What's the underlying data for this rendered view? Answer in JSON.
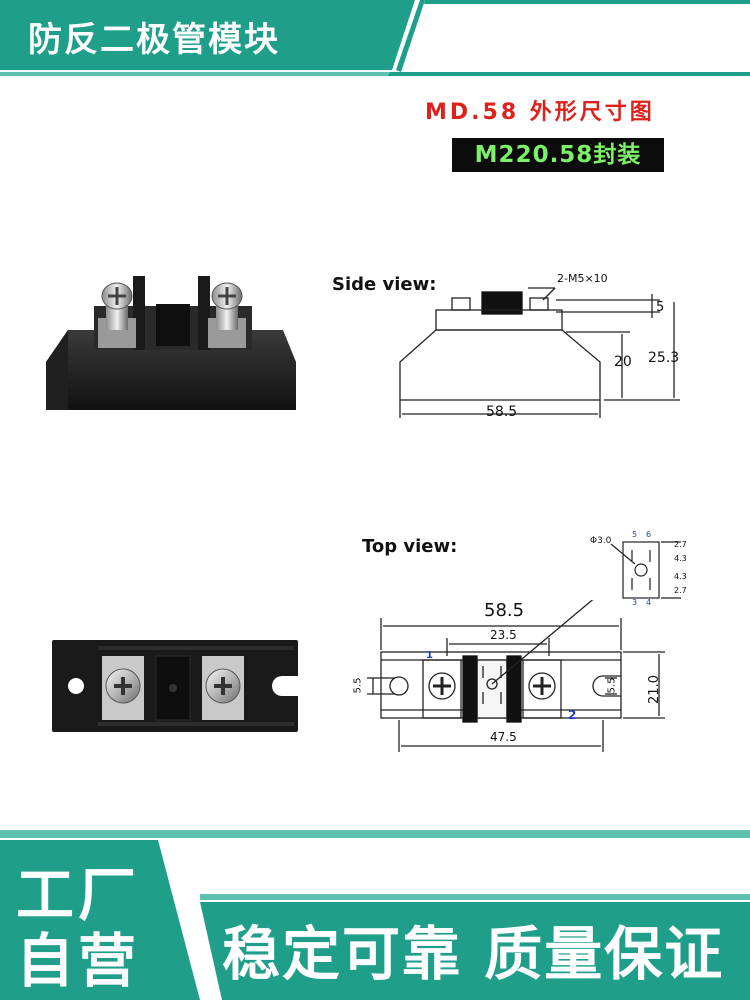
{
  "header": {
    "title": "防反二极管模块"
  },
  "spec": {
    "outline_title": "MD.58 外形尺寸图",
    "package_prefix": "M220.58",
    "package_suffix": "封装"
  },
  "side_view": {
    "label": "Side view:",
    "screw_spec": "2-M5×10",
    "dim_terminal_height": "5",
    "dim_body_height": "20",
    "dim_total_height": "25.3",
    "dim_length": "58.5"
  },
  "top_view": {
    "label": "Top view:",
    "dim_length": "58.5",
    "dim_center": "23.5",
    "dim_mount_spacing": "47.5",
    "dim_width": "21.0",
    "dim_hole_left": "5.5",
    "dim_slot_right": "5.5",
    "pin_labels": {
      "one": "1",
      "two": "2"
    },
    "detail": {
      "hole_dia": "Φ3.0",
      "top_pins": [
        "5",
        "6"
      ],
      "bottom_pins": [
        "3",
        "4"
      ],
      "dims": [
        "2.7",
        "4.3",
        "4.3",
        "2.7"
      ]
    }
  },
  "footer": {
    "left_line1": "工厂",
    "left_line2": "自营",
    "slogan": "稳定可靠 质量保证"
  },
  "colors": {
    "brand_teal": "#1f9e8a",
    "brand_teal_light": "#5cc2af",
    "title_red": "#e0211b",
    "label_green": "#7df06a"
  }
}
